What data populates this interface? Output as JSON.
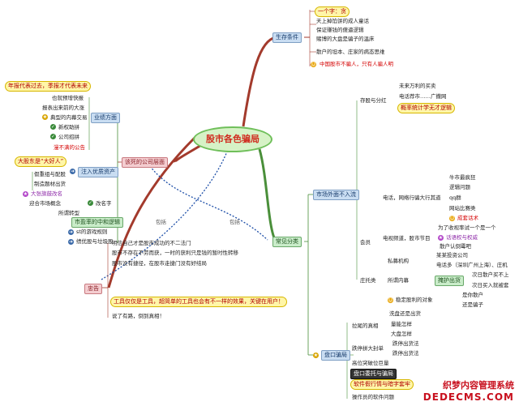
{
  "center": "股市各色骗局",
  "survival": {
    "label": "生存条件",
    "word": "一个字：贪",
    "items": [
      "天上掉馅饼的成人童话",
      "保证赚钱的傻逼逻辑",
      "赌博的大盘是骗子的温床"
    ],
    "items2": [
      "散户的坦本、庄家的病态思维"
    ],
    "warn": "中国股市不骗人，只有人骗人明"
  },
  "company": {
    "label": "该死的公司层面",
    "perf_label": "业绩方面",
    "note": "年报代表过去，季报才代表未来",
    "perf_items": [
      "也就预增快报",
      "报表出来前的大涨",
      "典型的内幕交易",
      "新权助拼",
      "公司招拼"
    ],
    "perf_warn": "漫不满的公告",
    "inject_label": "注入优质资产",
    "inject_note": "大股东是“大好人”",
    "inject_items": [
      "假重组与配股",
      "制造题材出货"
    ],
    "name_change": "大张旗鼓改名",
    "name_items": [
      "迎合市场概念",
      "改名字",
      "所谓转型"
    ],
    "board_label": "市盈率的中和逻辑",
    "board_items": [
      "st的游戏规则",
      "绩优股与垃圾股"
    ]
  },
  "common": {
    "label": "常见分类",
    "market_label": "市场外面不入流",
    "buy_label": "存股与分红",
    "buy_items": [
      "未来万利的买卖",
      "电话荐市……广撒网"
    ],
    "buy_warn": "概率统计学无才逻辑",
    "member_label": "会员",
    "phone": "电话，网络行骗大行其道",
    "phone_items": [
      "牛市最疯狂",
      "逻辑问题",
      "qq群",
      "网站比赛类"
    ],
    "phone_warn": "成套话术",
    "tv": "电视频道，股市节目",
    "tv_items": [
      "为了收视率试一个是一个",
      "话语权与权威",
      "散户认倒霉吧"
    ],
    "broker_label": "庄托类",
    "broker": "私募机构",
    "broker_items": [
      "某某投资公司",
      "电话多（深圳广州上海）、庄机"
    ],
    "protect": "所谓内幕",
    "protect_box": "掩护出货",
    "protect_items": [
      "次日散户买不上",
      "次日买入就被套"
    ],
    "stable": "稳定股利的对象",
    "stable_items": [
      "是你散户",
      "还是骗子"
    ],
    "pan_label": "盘口骗局",
    "pan_a": "拉尾的真相",
    "pan_a_items": [
      "洗盘还是出货",
      "量能怎样",
      "大盘怎样"
    ],
    "pan_b": "跌停拼大封单",
    "pan_b_items": [
      "跌停出货法",
      "跌停出货法"
    ],
    "pan_c": "高位突破位巨量",
    "pan_d": "盘口委托与骗局",
    "pan_e": "软件假行情与暗字套牢",
    "pan_f": "操作员的软件问题"
  },
  "warning": {
    "label": "忠告",
    "items": [
      "明信自己才是股市成功的不二法门",
      "股市不存在不劳而获，一时的获利只是钱的暂时性转移",
      "股市没有捷径，在股市走捷门没有好结局"
    ],
    "highlight": "工具仅仅是工具，超简单的工具也会有不一样的效果，关键在用户！",
    "last": "说了有路，倒到真相！"
  },
  "links": [
    "包括",
    "包括"
  ],
  "watermark": {
    "a": "织梦内容管理系统",
    "b": "DEDECMS.COM"
  },
  "colors": {
    "center_fill": "#d6f2c6",
    "branch_red": "#a33a2c",
    "branch_green": "#4a8f3a",
    "branch_blue": "#3a69a8",
    "dotted": "#1e4fa8"
  }
}
